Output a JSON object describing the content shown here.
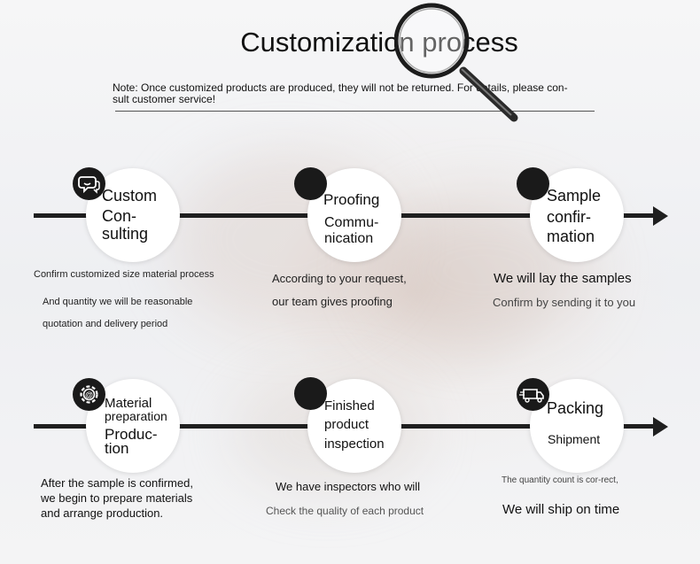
{
  "title": "Customization process",
  "note": "Note: Once customized products are produced, they will not be returned. For details, please con-sult customer service!",
  "steps": {
    "s1": {
      "l1": "Custom",
      "l2": "Con-",
      "l3": "sulting",
      "icon": "chat-icon",
      "d1": "Confirm customized size material process",
      "d2": "And quantity we will be reasonable",
      "d3": "quotation and delivery period"
    },
    "s2": {
      "l1": "Proofing",
      "l2": "Commu-",
      "l3": "nication",
      "d1": "According to your request,",
      "d2": "our team gives proofing"
    },
    "s3": {
      "l1": "Sample",
      "l2": "confir-",
      "l3": "mation",
      "d1": "We will lay the samples",
      "d2": "Confirm by sending it to you"
    },
    "s4": {
      "l1": "Material",
      "l2": "preparation",
      "l3": "Produc-",
      "l4": "tion",
      "icon": "gear-icon",
      "d1": "After the sample is confirmed,",
      "d2": "we begin to prepare materials",
      "d3": "and arrange production."
    },
    "s5": {
      "l1": "Finished",
      "l2": "product",
      "l3": "inspection",
      "d1": "We have inspectors who will",
      "d2": "Check the quality of each product"
    },
    "s6": {
      "l1": "Packing",
      "l2": "Shipment",
      "icon": "delivery-truck-icon",
      "d1": "The quantity count is cor-rect,",
      "d2": "We will ship on time"
    }
  }
}
